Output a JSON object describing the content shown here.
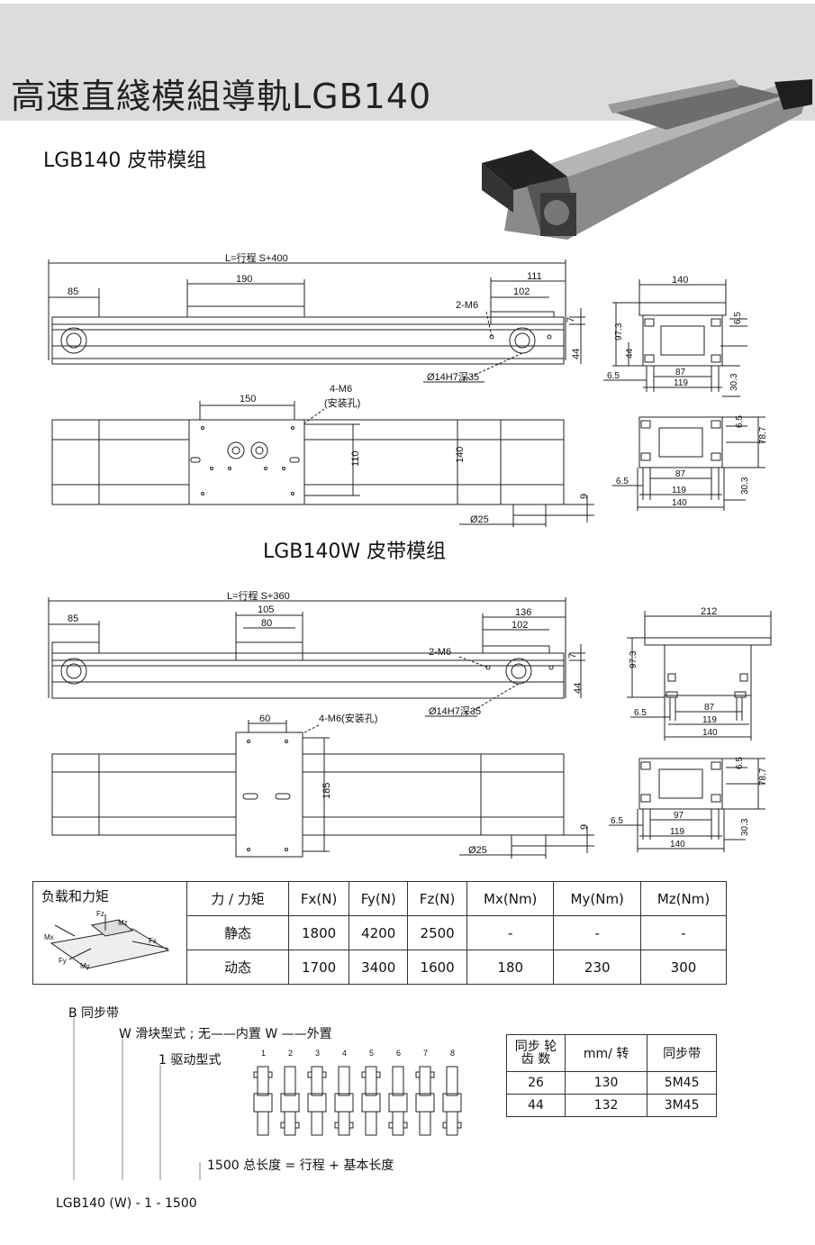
{
  "header": {
    "title": "高速直綫模組導軌LGB140"
  },
  "sections": {
    "lgb140_title": "LGB140 皮带模组",
    "lgb140w_title": "LGB140W 皮带模组"
  },
  "drawing1": {
    "length_label": "L=行程 S+400",
    "dim_85": "85",
    "dim_190": "190",
    "dim_111": "111",
    "dim_102": "102",
    "dim_2m6": "2-M6",
    "dim_7": "7",
    "dim_44": "44",
    "bore": "Ø14H7深35",
    "dim_150": "150",
    "dim_4m6": "4-M6",
    "install_note": "(安装孔)",
    "dim_110": "110",
    "dim_140v": "140",
    "dim_9": "9",
    "dim_25": "Ø25"
  },
  "profile1": {
    "w140": "140",
    "h97": "97.3",
    "h44": "44",
    "h65": "6.5",
    "w65": "6.5",
    "w87": "87",
    "w119": "119",
    "h303": "30.3"
  },
  "profile2": {
    "h65": "6.5",
    "h787": "78.7",
    "w65": "6.5",
    "w87": "87",
    "w119": "119",
    "w140": "140",
    "h303": "30.3"
  },
  "drawing2": {
    "length_label": "L=行程 S+360",
    "dim_85": "85",
    "dim_105": "105",
    "dim_80": "80",
    "dim_136": "136",
    "dim_102": "102",
    "dim_2m6": "2-M6",
    "dim_7": "7",
    "dim_44": "44",
    "bore": "Ø14H7深35",
    "dim_60": "60",
    "dim_4m6": "4-M6(安装孔)",
    "dim_185": "185",
    "dim_9": "9",
    "dim_25": "Ø25"
  },
  "profile3": {
    "w212": "212",
    "h973": "97.3",
    "w65": "6.5",
    "w87": "87",
    "w119": "119",
    "w140": "140"
  },
  "profile4": {
    "h65": "6.5",
    "h787": "78.7",
    "w65": "6.5",
    "w97": "97",
    "w119": "119",
    "w140": "140",
    "h303": "30.3"
  },
  "load_table": {
    "corner": "负载和力矩",
    "header": [
      "力 / 力矩",
      "Fx(N)",
      "Fy(N)",
      "Fz(N)",
      "Mx(Nm)",
      "My(Nm)",
      "Mz(Nm)"
    ],
    "rows": [
      [
        "静态",
        "1800",
        "4200",
        "2500",
        "-",
        "-",
        "-"
      ],
      [
        "动态",
        "1700",
        "3400",
        "1600",
        "180",
        "230",
        "300"
      ]
    ],
    "axis_labels": {
      "fz": "Fz",
      "mz": "Mz",
      "mx": "Mx",
      "fx": "Fx",
      "fy": "Fy",
      "my": "My"
    }
  },
  "order_code": {
    "b": "B 同步带",
    "w": "W 滑块型式 ; 无——内置  W ——外置",
    "drive": "1 驱动型式",
    "length": "1500 总长度 = 行程 + 基本长度",
    "example": "LGB140 (W) - 1 - 1500",
    "drive_numbers": [
      "1",
      "2",
      "3",
      "4",
      "5",
      "6",
      "7",
      "8"
    ]
  },
  "pitch_table": {
    "h1a": "同步 轮",
    "h1b": "齿   数",
    "h2": "mm/ 转",
    "h3": "同步带",
    "rows": [
      [
        "26",
        "130",
        "5M45"
      ],
      [
        "44",
        "132",
        "3M45"
      ]
    ]
  }
}
